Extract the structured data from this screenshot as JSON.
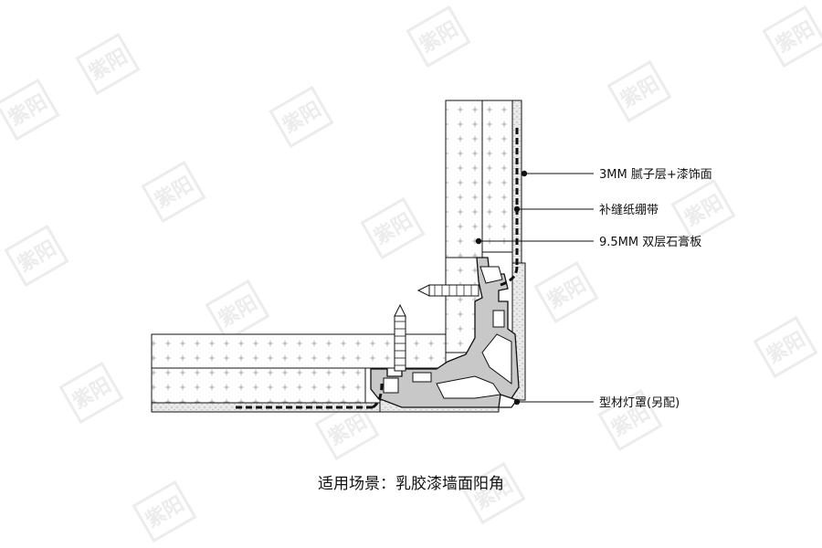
{
  "diagram": {
    "callouts": {
      "finish_layer": "3MM 腻子层+漆饰面",
      "joint_tape": "补缝纸绷带",
      "gypsum_board": "9.5MM 双层石膏板",
      "lamp_cover": "型材灯罩(另配)"
    },
    "caption": "适用场景：乳胶漆墙面阳角",
    "watermark": "紫阳"
  },
  "colors": {
    "line": "#111111",
    "board_fill": "#ffffff",
    "plaster_fill": "#e4e4e4",
    "profile_fill": "#c8c8c8",
    "watermark": "#dddddd"
  }
}
